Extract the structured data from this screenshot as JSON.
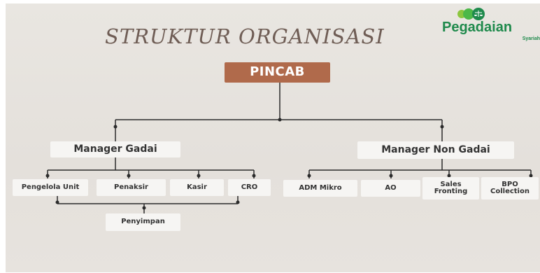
{
  "diagram": {
    "title": "STRUKTUR ORGANISASI",
    "logo": {
      "brand": "Pegadaian",
      "sub": "Syariah",
      "icon": "pegadaian-scales-logo-icon"
    },
    "colors": {
      "root_fill": "#b06a4b",
      "node_fill": "#f6f5f3",
      "line": "#2b2b2b",
      "title": "#6f5d55",
      "brand_green": "#1f8a4c"
    },
    "root": "PINCAB",
    "managers": {
      "gadai": "Manager Gadai",
      "non_gadai": "Manager Non Gadai"
    },
    "gadai_units": {
      "pengelola_unit": "Pengelola Unit",
      "penaksir": "Penaksir",
      "kasir": "Kasir",
      "cro": "CRO"
    },
    "non_gadai_units": {
      "adm_mikro": "ADM Mikro",
      "ao": "AO",
      "sales_fronting": "Sales Fronting",
      "bpo_collection": "BPO Collection"
    },
    "penyimpan": "Penyimpan"
  }
}
